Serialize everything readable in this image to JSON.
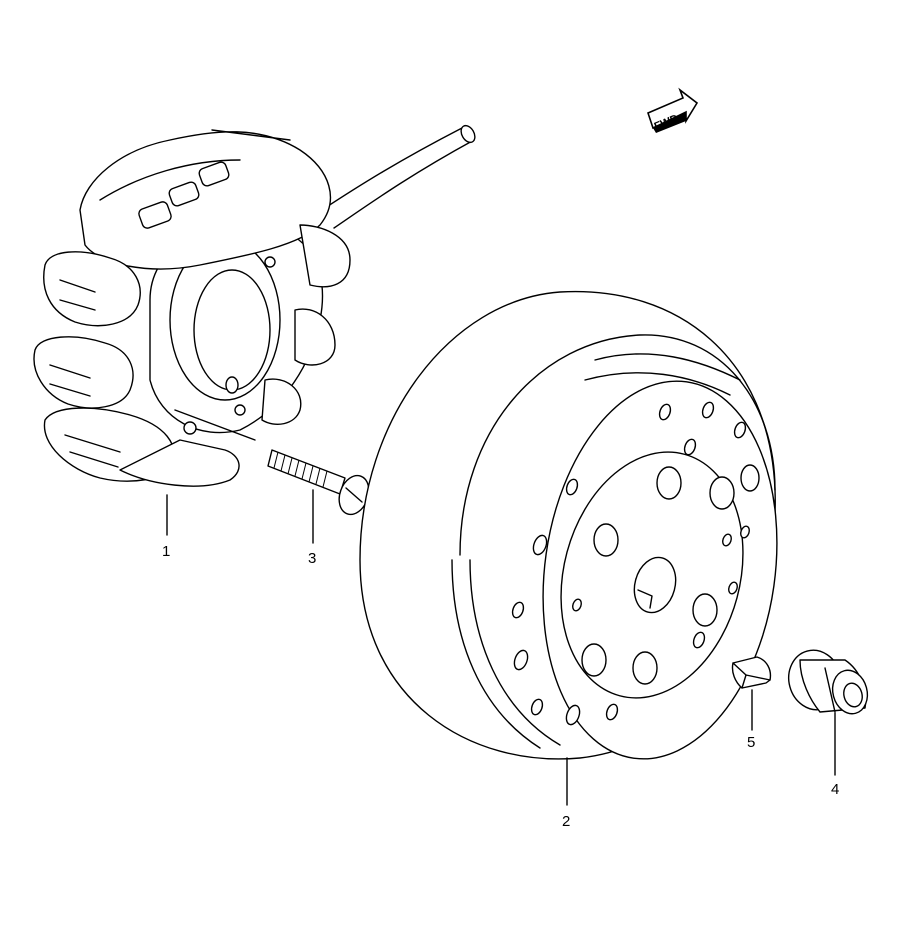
{
  "diagram": {
    "fwd_label": "FWD",
    "callouts": [
      {
        "id": "1",
        "label": "1"
      },
      {
        "id": "2",
        "label": "2"
      },
      {
        "id": "3",
        "label": "3"
      },
      {
        "id": "4",
        "label": "4"
      },
      {
        "id": "5",
        "label": "5"
      }
    ]
  }
}
